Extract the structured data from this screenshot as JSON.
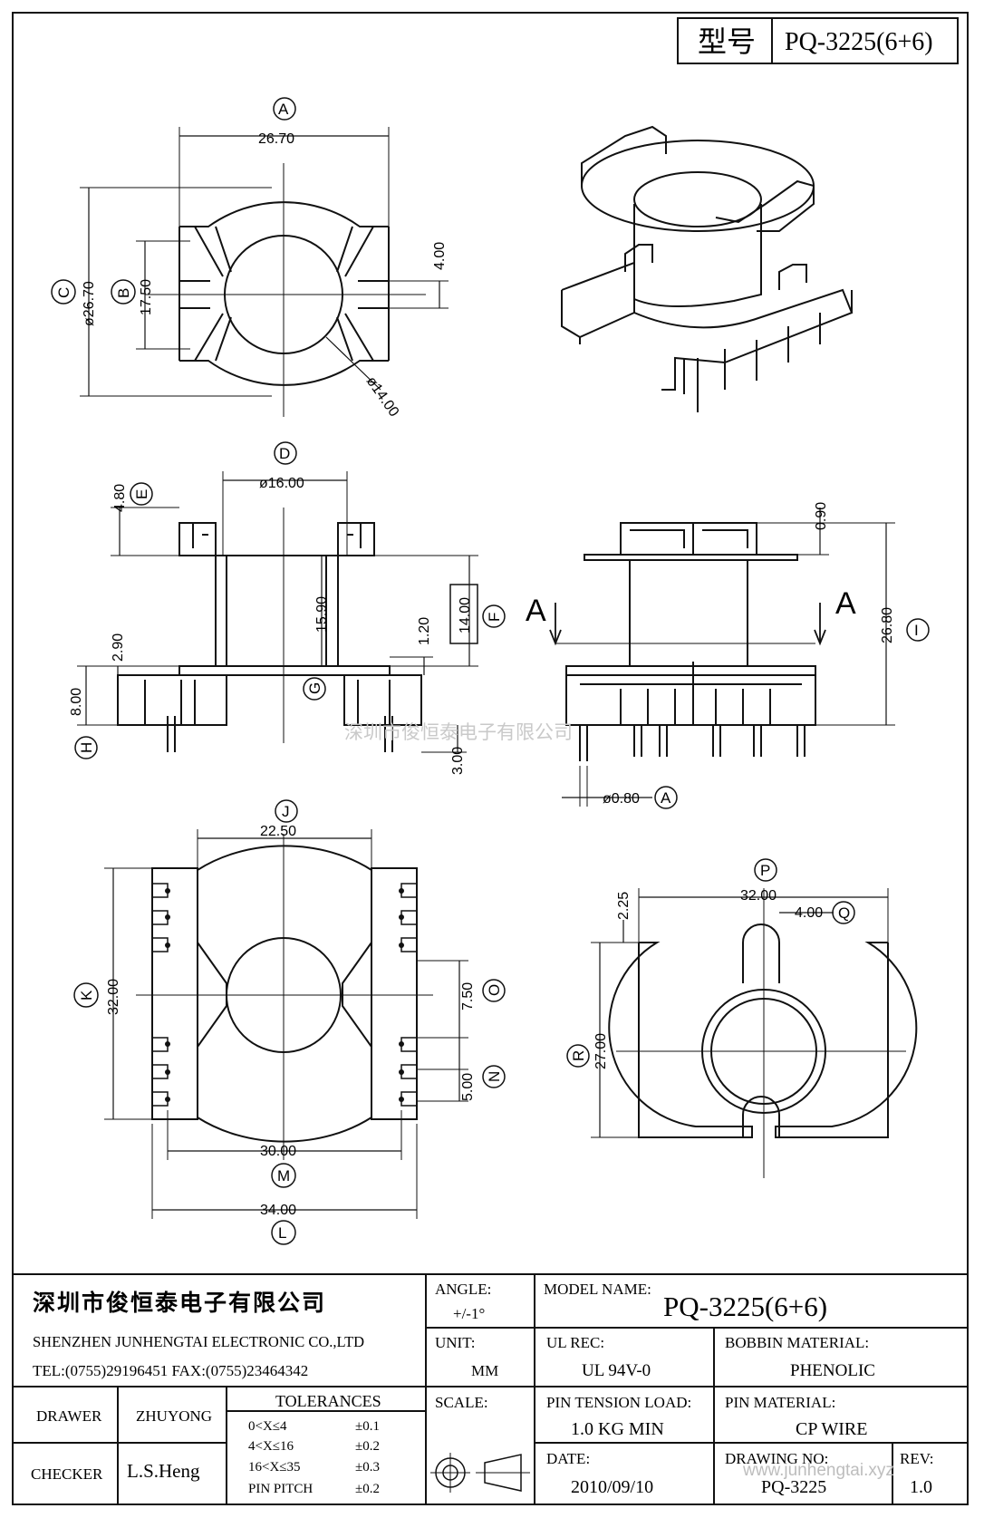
{
  "header": {
    "type_label": "型号",
    "model": "PQ-3225(6+6)"
  },
  "dimensions": {
    "A": "26.70",
    "A_letter": "A",
    "C": "ø26.70",
    "C_letter": "C",
    "B": "17.50",
    "B_letter": "B",
    "slot": "4.00",
    "core": "ø14.00",
    "D": "ø16.00",
    "D_letter": "D",
    "E": "4.80",
    "E_letter": "E",
    "F": "14.00",
    "F_letter": "F",
    "h1": "15.90",
    "h2": "1.20",
    "G_letter": "G",
    "h3": "2.90",
    "H": "8.00",
    "H_letter": "H",
    "h4": "3.00",
    "top": "0.90",
    "I": "26.80",
    "I_letter": "I",
    "sec_left": "A",
    "sec_right": "A",
    "pin": "ø0.80",
    "pin_letter": "A",
    "J": "22.50",
    "J_letter": "J",
    "K": "32.00",
    "K_letter": "K",
    "O": "7.50",
    "O_letter": "O",
    "N": "5.00",
    "N_letter": "N",
    "M": "30.00",
    "M_letter": "M",
    "L": "34.00",
    "L_letter": "L",
    "P": "32.00",
    "P_letter": "P",
    "Q": "4.00",
    "Q_letter": "Q",
    "b1": "2.25",
    "R": "27.00",
    "R_letter": "R"
  },
  "watermark": "深圳市俊恒泰电子有限公司",
  "title_block": {
    "company_cn": "深圳市俊恒泰电子有限公司",
    "company_en": "SHENZHEN JUNHENGTAI ELECTRONIC CO.,LTD",
    "contact": "TEL:(0755)29196451 FAX:(0755)23464342",
    "angle_label": "ANGLE:",
    "angle_value": "+/-1°",
    "model_label": "MODEL NAME:",
    "model_value": "PQ-3225(6+6)",
    "unit_label": "UNIT:",
    "unit_value": "MM",
    "ul_label": "UL REC:",
    "ul_value": "UL 94V-0",
    "bobbin_label": "BOBBIN MATERIAL:",
    "bobbin_value": "PHENOLIC",
    "drawer_label": "DRAWER",
    "drawer_value": "ZHUYONG",
    "tolerances_label": "TOLERANCES",
    "tol": [
      {
        "range": "0<X≤4",
        "value": "±0.1"
      },
      {
        "range": "4<X≤16",
        "value": "±0.2"
      },
      {
        "range": "16<X≤35",
        "value": "±0.3"
      },
      {
        "range": "PIN PITCH",
        "value": "±0.2"
      }
    ],
    "scale_label": "SCALE:",
    "pin_tension_label": "PIN TENSION LOAD:",
    "pin_tension_value": "1.0 KG MIN",
    "pin_material_label": "PIN MATERIAL:",
    "pin_material_value": "CP WIRE",
    "checker_label": "CHECKER",
    "checker_value": "L.S.Heng",
    "date_label": "DATE:",
    "date_value": "2010/09/10",
    "drawing_no_label": "DRAWING NO:",
    "drawing_no_value": "PQ-3225",
    "rev_label": "REV:",
    "rev_value": "1.0",
    "website": "www.junhengtai.xyz"
  }
}
